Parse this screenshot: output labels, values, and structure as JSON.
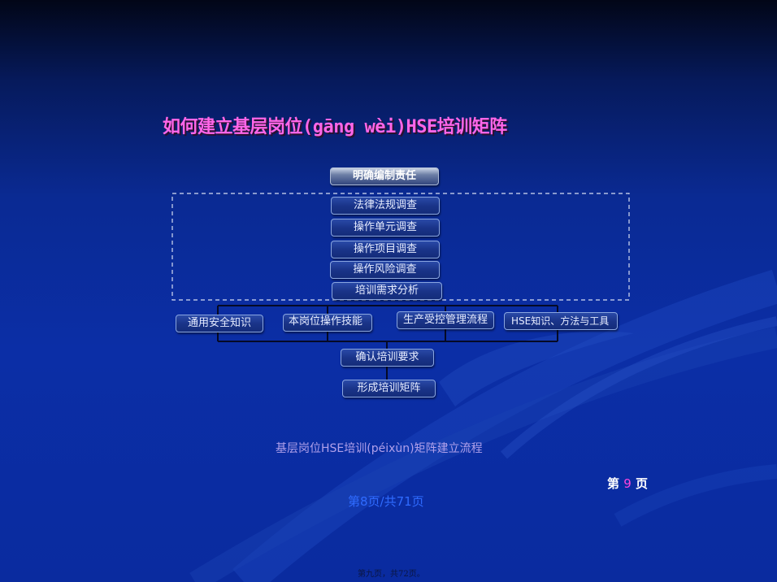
{
  "title": "如何建立基层岗位(gāng wèi)HSE培训矩阵",
  "flow": {
    "top": "明确编制责任",
    "survey_steps": [
      "法律法规调查",
      "操作单元调查",
      "操作项目调查",
      "操作风险调查",
      "培训需求分析"
    ],
    "categories": [
      "通用安全知识",
      "本岗位操作技能",
      "生产受控管理流程",
      "HSE知识、方法与工具"
    ],
    "confirm": "确认培训要求",
    "form": "形成培训矩阵"
  },
  "caption": "基层岗位HSE培训(péixùn)矩阵建立流程",
  "page_label": {
    "prefix": "第",
    "number": "9",
    "suffix": "页"
  },
  "page_link": "第8页/共71页",
  "footer_note": "第九页，共72页。",
  "colors": {
    "title": "#ff66e8",
    "background": "#0b2ea6",
    "caption": "#b0a0ea",
    "page_number": "#ff44dd",
    "link": "#2f6bff"
  }
}
